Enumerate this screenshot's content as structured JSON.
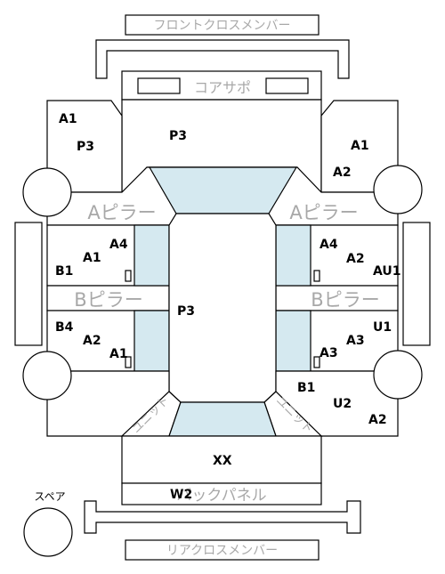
{
  "labels": {
    "front_cross_member": "フロントクロスメンバー",
    "core_support": "コアサポ",
    "a_pillar_left": "Aピラー",
    "a_pillar_right": "Aピラー",
    "b_pillar_left": "Bピラー",
    "b_pillar_right": "Bピラー",
    "unit_left": "ユニット",
    "unit_right": "ユニット",
    "back_panel": "バックパネル",
    "rear_cross_member": "リアクロスメンバー",
    "spare": "スペア"
  },
  "zones": {
    "front_left_a1": "A1",
    "front_left_p3": "P3",
    "front_center_p3": "P3",
    "front_right_a1": "A1",
    "front_right_a2": "A2",
    "mid_left_a4": "A4",
    "mid_left_a1": "A1",
    "mid_left_b1": "B1",
    "mid_right_a4": "A4",
    "mid_right_a2": "A2",
    "mid_right_au1": "AU1",
    "center_p3": "P3",
    "rear_left_b4": "B4",
    "rear_left_a2": "A2",
    "rear_left_a1": "A1",
    "rear_right_u1": "U1",
    "rear_right_a3_upper": "A3",
    "rear_right_a3_lower": "A3",
    "rear_right_b1": "B1",
    "rear_right_u2": "U2",
    "rear_right_a2": "A2",
    "trunk_xx": "XX",
    "back_w2": "W2"
  }
}
